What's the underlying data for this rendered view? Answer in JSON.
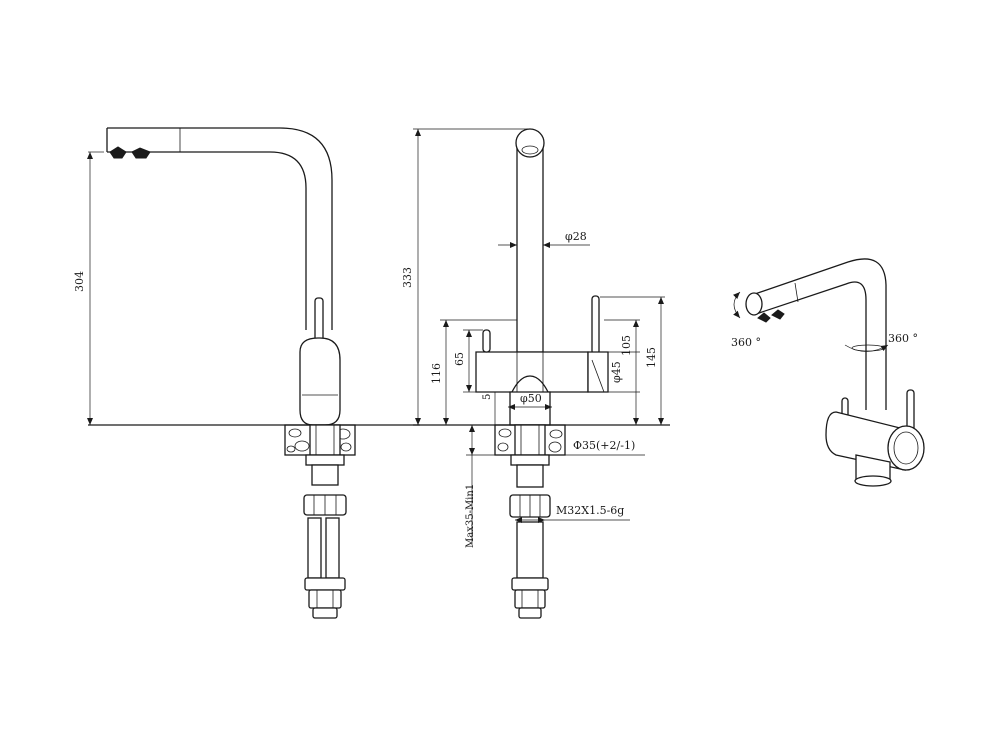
{
  "dimensions": {
    "side_height": "304",
    "front_total_height": "333",
    "spout_diameter": "φ28",
    "body_height": "116",
    "lever_height": "65",
    "body_diameter": "φ50",
    "base_offset": "5",
    "handle_height": "105",
    "handle_total": "145",
    "handle_diameter": "φ45",
    "hole_diameter": "Φ35(+2/-1)",
    "thread": "M32X1.5-6g",
    "deck_thickness": "Max35-Min1"
  },
  "rotation": {
    "spout_head": "360 °",
    "spout_swivel": "360 °"
  },
  "icons": [
    "rotation-arrow-icon",
    "braided-hose",
    "hex-nut"
  ]
}
